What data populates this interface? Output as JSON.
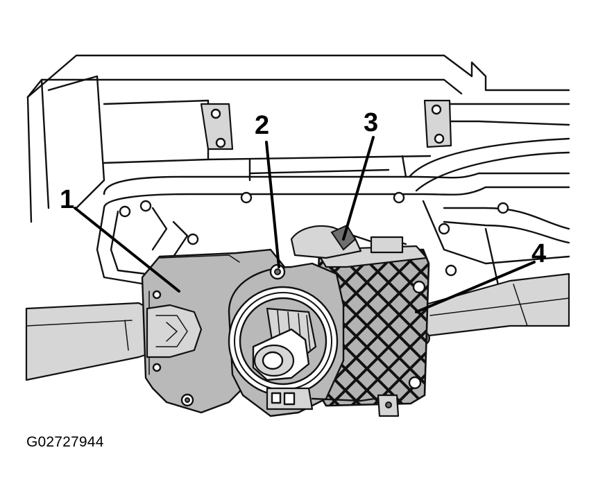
{
  "callouts": {
    "c1": "1",
    "c2": "2",
    "c3": "3",
    "c4": "4"
  },
  "reference_code": "G02727944"
}
